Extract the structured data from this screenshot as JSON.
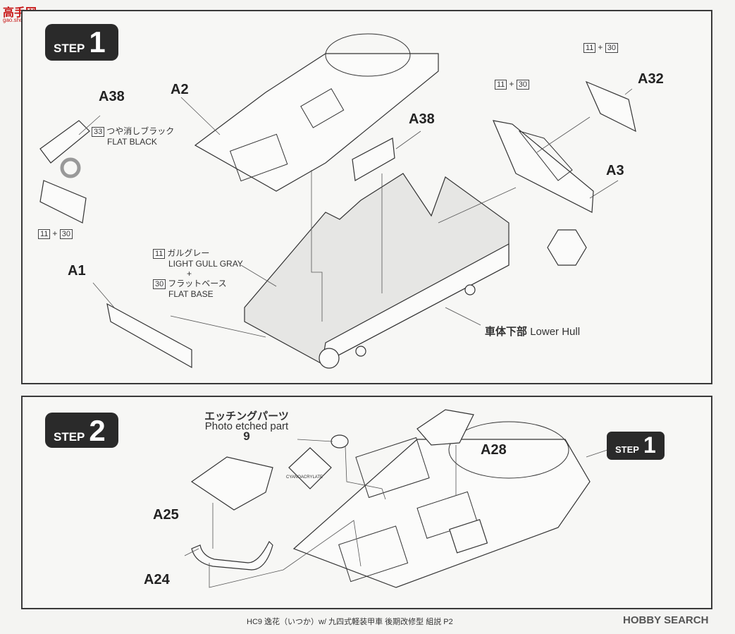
{
  "watermark": {
    "top": "高手网",
    "bottom": "gao.shou.com"
  },
  "step1": {
    "word": "STEP",
    "number": "1",
    "parts": {
      "a2": "A2",
      "a38_left": "A38",
      "a38_mid": "A38",
      "a32": "A32",
      "a3": "A3",
      "a1": "A1"
    },
    "paint_left_top": {
      "num": "33",
      "jp": "つや消しブラック",
      "en": "FLAT BLACK"
    },
    "paint_left_bottom": {
      "num1": "11",
      "plus": "+",
      "num2": "30"
    },
    "paint_a32": {
      "num1": "11",
      "plus": "+",
      "num2": "30"
    },
    "paint_a3": {
      "num1": "11",
      "plus": "+",
      "num2": "30"
    },
    "paint_hull": {
      "num1": "11",
      "jp1": "ガルグレー",
      "en1": "LIGHT GULL GRAY",
      "plus": "+",
      "num2": "30",
      "jp2": "フラットベース",
      "en2": "FLAT BASE"
    },
    "lower_hull": {
      "jp": "車体下部",
      "en": "Lower Hull"
    }
  },
  "step2": {
    "word": "STEP",
    "number": "2",
    "etched": {
      "jp": "エッチングパーツ",
      "en": "Photo etched part",
      "num": "9"
    },
    "cyanoacrylate": "CYANOACRYLATE",
    "parts": {
      "a28": "A28",
      "a25": "A25",
      "a24": "A24"
    },
    "ref_step": {
      "word": "STEP",
      "number": "1"
    }
  },
  "footer": "HC9 逸花（いつか）w/ 九四式軽装甲車 後期改修型 組説 P2",
  "hobby_search": "HOBBY SEARCH"
}
